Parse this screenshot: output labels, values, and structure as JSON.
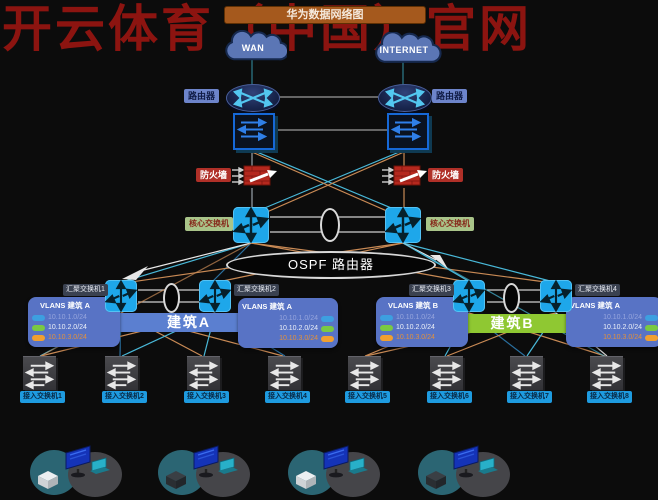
{
  "watermark": "开云体育（中国）官网",
  "banner": {
    "title": "华为数据网络图"
  },
  "clouds": {
    "wan": "WAN",
    "internet": "INTERNET"
  },
  "routers": {
    "left_label": "路由器",
    "right_label": "路由器"
  },
  "firewalls": {
    "left_label": "防火墙",
    "right_label": "防火墙"
  },
  "cores": {
    "left_label": "核心交换机",
    "right_label": "核心交换机"
  },
  "ospf": {
    "label": "OSPF 路由器"
  },
  "aggs": {
    "a1": "汇聚交换机1",
    "a2": "汇聚交换机2",
    "a3": "汇聚交换机3",
    "a4": "汇聚交换机4"
  },
  "buildings": {
    "a": "建筑A",
    "b": "建筑B"
  },
  "vlans": [
    {
      "title": "VLANS 建筑 A",
      "rows": [
        {
          "ip": "10.10.1.0/24"
        },
        {
          "ip": "10.10.2.0/24"
        },
        {
          "ip": "10.10.3.0/24"
        }
      ]
    },
    {
      "title": "VLANS 建筑 A",
      "rows": [
        {
          "ip": "10.10.1.0/24"
        },
        {
          "ip": "10.10.2.0/24"
        },
        {
          "ip": "10.10.3.0/24"
        }
      ]
    },
    {
      "title": "VLANS 建筑 B",
      "rows": [
        {
          "ip": "10.10.1.0/24"
        },
        {
          "ip": "10.10.2.0/24"
        },
        {
          "ip": "10.10.3.0/24"
        }
      ]
    },
    {
      "title": "VLANS 建筑 A",
      "rows": [
        {
          "ip": "10.10.1.0/24"
        },
        {
          "ip": "10.10.2.0/24"
        },
        {
          "ip": "10.10.3.0/24"
        }
      ]
    }
  ],
  "access": [
    "接入交换机1",
    "接入交换机2",
    "接入交换机3",
    "接入交换机4",
    "接入交换机5",
    "接入交换机6",
    "接入交换机7",
    "接入交换机8"
  ],
  "colors": {
    "background": "#0c0c0c",
    "watermark_red": "#8c1410",
    "banner_orange": "#a5591d",
    "cloud_blue": "#5b76b5",
    "router_label_bg": "#6d84ca",
    "firewall_red": "#b03028",
    "core_label_green": "#a9c489",
    "switch_blue": "#1ea7ea",
    "building_a_blue": "#5b7fd0",
    "building_b_green": "#8fc832",
    "vlan_box_blue": "#5873c5",
    "access_label_blue": "#1e9be0",
    "link_cyan": "#49b8d8",
    "link_tan": "#c98a55"
  }
}
